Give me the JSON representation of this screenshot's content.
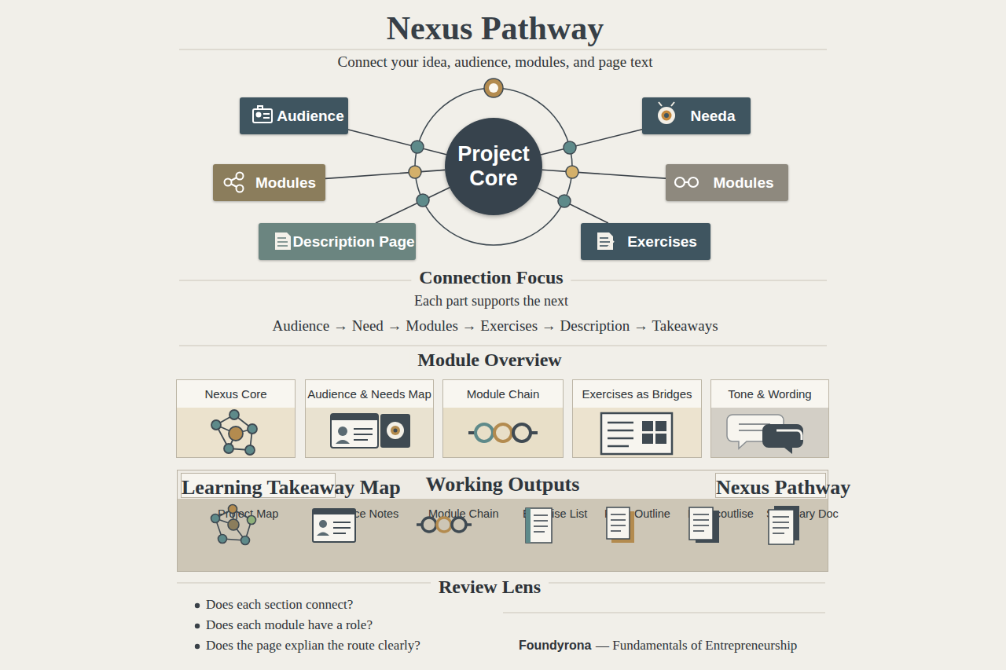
{
  "diagram": {
    "title": "Nexus Pathway",
    "nodes": [
      {
        "text": [
          "Audience"
        ]
      },
      {
        "text": [
          "Needa"
        ]
      },
      {
        "text": [
          "Modules"
        ]
      },
      {
        "text": [
          "Project Core"
        ]
      },
      {
        "text": [
          "Modules"
        ]
      },
      {
        "text": [
          "Description Page"
        ]
      },
      {
        "text": [
          "Exercises"
        ]
      },
      {
        "text": [
          "Nexus Core"
        ]
      },
      {
        "text": [
          "Audience & Needs Map"
        ]
      },
      {
        "text": [
          "Module Chain"
        ]
      },
      {
        "text": [
          "Exercises as Bridges"
        ]
      },
      {
        "text": [
          "Tone & Wording"
        ]
      },
      {
        "text": [
          "Working Outputs"
        ]
      },
      {
        "text": [
          "Learning Takeaway Map"
        ],
        "in": 12
      },
      {
        "text": [
          "Nexus Pathway"
        ],
        "in": 12
      },
      {
        "text": [
          "Project Map"
        ],
        "in": 12
      },
      {
        "text": [
          "Audience Notes"
        ],
        "in": 12
      },
      {
        "text": [
          "Module Chain"
        ],
        "in": 12
      },
      {
        "text": [
          "Exercise List"
        ],
        "in": 12
      },
      {
        "text": [
          "Page Outline"
        ],
        "in": 12
      },
      {
        "text": [
          "Dapecoutlise"
        ],
        "in": 12
      },
      {
        "text": [
          "Summary Doc"
        ],
        "in": 12
      }
    ],
    "edges": [
      {
        "from": 0,
        "to": 3,
        "arrow": "none"
      },
      {
        "from": 1,
        "to": 3,
        "arrow": "none"
      },
      {
        "from": 2,
        "to": 3,
        "arrow": "none"
      },
      {
        "from": 4,
        "to": 3,
        "arrow": "none"
      },
      {
        "from": 5,
        "to": 3,
        "arrow": "none"
      },
      {
        "from": 6,
        "to": 3,
        "arrow": "none"
      },
      {
        "from": 16,
        "to": 15,
        "arrow": "to"
      },
      {
        "from": 16,
        "to": 17,
        "arrow": "none"
      },
      {
        "from": 17,
        "to": 18,
        "arrow": "none"
      },
      {
        "from": 18,
        "to": 19,
        "arrow": "none"
      },
      {
        "from": 19,
        "to": 20,
        "arrow": "none"
      },
      {
        "from": 20,
        "to": 21,
        "arrow": "to"
      }
    ],
    "labels": [
      "Connect your idea, audience, modules, and page text",
      "Connection Focus",
      "Each part supports the next",
      "Audience → Need → Modules → Exercises → Description → Takeaways",
      "Module Overview",
      "Review Lens",
      "Does each section connect?",
      "Does each module have a role?",
      "Does the page explian the route clearly?",
      "Foundyrona",
      "— Fundamentals of Entrepreneurship"
    ]
  }
}
